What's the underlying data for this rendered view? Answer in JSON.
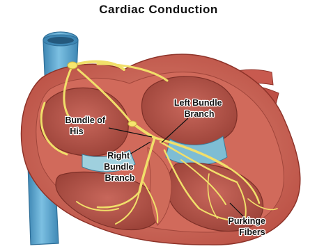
{
  "title": "Cardiac Conduction",
  "labels": {
    "bundle_of_his": [
      "Bundle of",
      "His"
    ],
    "left_bundle_branch": [
      "Left Bundle",
      "Branch"
    ],
    "right_bundle_branch": [
      "Right",
      "Bundle",
      "Brancb"
    ],
    "purkinje_fibers": [
      "Purkinge",
      "Fibers"
    ]
  },
  "colors": {
    "aorta": "#5ea8cf",
    "myocardium": "#c9584c",
    "chamber_interior": "#b4564b",
    "conduction_pathway": "#f1df6a"
  }
}
